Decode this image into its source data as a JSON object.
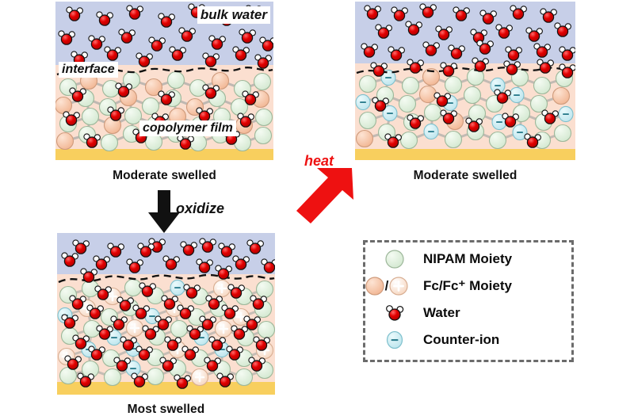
{
  "figure": {
    "type": "scientific-schematic",
    "description": "Thermo- and redox-responsive copolymer film swelling states"
  },
  "panels": [
    {
      "id": "top-left",
      "caption": "Moderate swelled",
      "state": "reduced-Fc",
      "labels": {
        "bulk_water": "bulk water",
        "interface": "interface",
        "copolymer_film": "copolymer film"
      },
      "counts": {
        "bulk_water_molecules": 23,
        "film_water_molecules": 14,
        "counter_ions": 0
      },
      "zones": {
        "water_fraction": 0.47,
        "film_fraction": 0.46,
        "substrate_fraction": 0.07
      }
    },
    {
      "id": "top-right",
      "caption": "Moderate swelled",
      "state": "oxidized-heated",
      "counts": {
        "bulk_water_molecules": 30,
        "film_water_molecules": 10,
        "counter_ions": 11
      },
      "zones": {
        "water_fraction": 0.44,
        "film_fraction": 0.49,
        "substrate_fraction": 0.07
      }
    },
    {
      "id": "bottom-left",
      "caption": "Most swelled",
      "state": "oxidized-Fc-plus",
      "counts": {
        "bulk_water_molecules": 17,
        "film_water_molecules": 41,
        "counter_ions": 11
      },
      "zones": {
        "water_fraction": 0.3,
        "film_fraction": 0.63,
        "substrate_fraction": 0.07
      }
    }
  ],
  "arrows": [
    {
      "id": "oxidize-arrow",
      "label": "oxidize",
      "direction": "down",
      "color": "#111111"
    },
    {
      "id": "heat-arrow",
      "label": "heat",
      "direction": "up-right",
      "color": "#ee1111"
    }
  ],
  "legend": {
    "title": "",
    "items": [
      {
        "label": "NIPAM Moiety",
        "swatch": "nipam-sphere",
        "color": "#dfeedd"
      },
      {
        "label": "Fc/Fc⁺ Moiety",
        "swatch": "fc-sphere-pair",
        "color": "#f6c7a8"
      },
      {
        "label": "Water",
        "swatch": "water-molecule",
        "color": "#e00000"
      },
      {
        "label": "Counter-ion",
        "swatch": "counter-ion",
        "color": "#cdeef2"
      }
    ]
  },
  "colors": {
    "bulk_water_bg": "#c7cfe8",
    "film_bg": "#fbdfd0",
    "substrate": "#f8cf5e",
    "water_oxygen": "#e00000",
    "water_hydrogen": "#ffffff",
    "nipam": "#dfeedd",
    "fc_reduced": "#f6c7a8",
    "fc_oxidized": "#fae3d2",
    "counter_ion": "#cdeef2",
    "heat_arrow": "#ee1111",
    "oxidize_arrow": "#111111",
    "interface_line": "#111111",
    "legend_border": "#6b6b6b"
  }
}
